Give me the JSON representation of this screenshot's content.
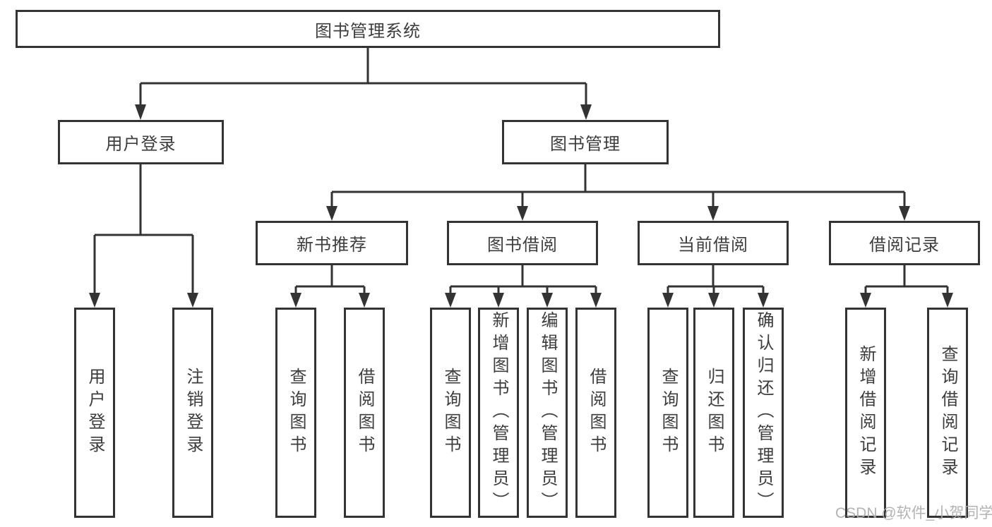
{
  "diagram": {
    "title": "图书管理系统",
    "branches": [
      {
        "label": "用户登录",
        "children": [
          {
            "label": "用户登录"
          },
          {
            "label": "注销登录"
          }
        ]
      },
      {
        "label": "图书管理",
        "children": [
          {
            "label": "新书推荐",
            "children": [
              {
                "label": "查询图书"
              },
              {
                "label": "借阅图书"
              }
            ]
          },
          {
            "label": "图书借阅",
            "children": [
              {
                "label": "查询图书"
              },
              {
                "label": "新增图书（管理员）"
              },
              {
                "label": "编辑图书（管理员）"
              },
              {
                "label": "借阅图书"
              }
            ]
          },
          {
            "label": "当前借阅",
            "children": [
              {
                "label": "查询图书"
              },
              {
                "label": "归还图书"
              },
              {
                "label": "确认归还（管理员）"
              }
            ]
          },
          {
            "label": "借阅记录",
            "children": [
              {
                "label": "新增借阅记录"
              },
              {
                "label": "查询借阅记录"
              }
            ]
          }
        ]
      }
    ]
  },
  "watermark": {
    "text": "CSDN @软件_小贺同学"
  },
  "colors": {
    "line": "#333333",
    "box_border": "#333333",
    "text": "#3d3d3d",
    "watermark": "#ababab",
    "background": "#ffffff"
  }
}
